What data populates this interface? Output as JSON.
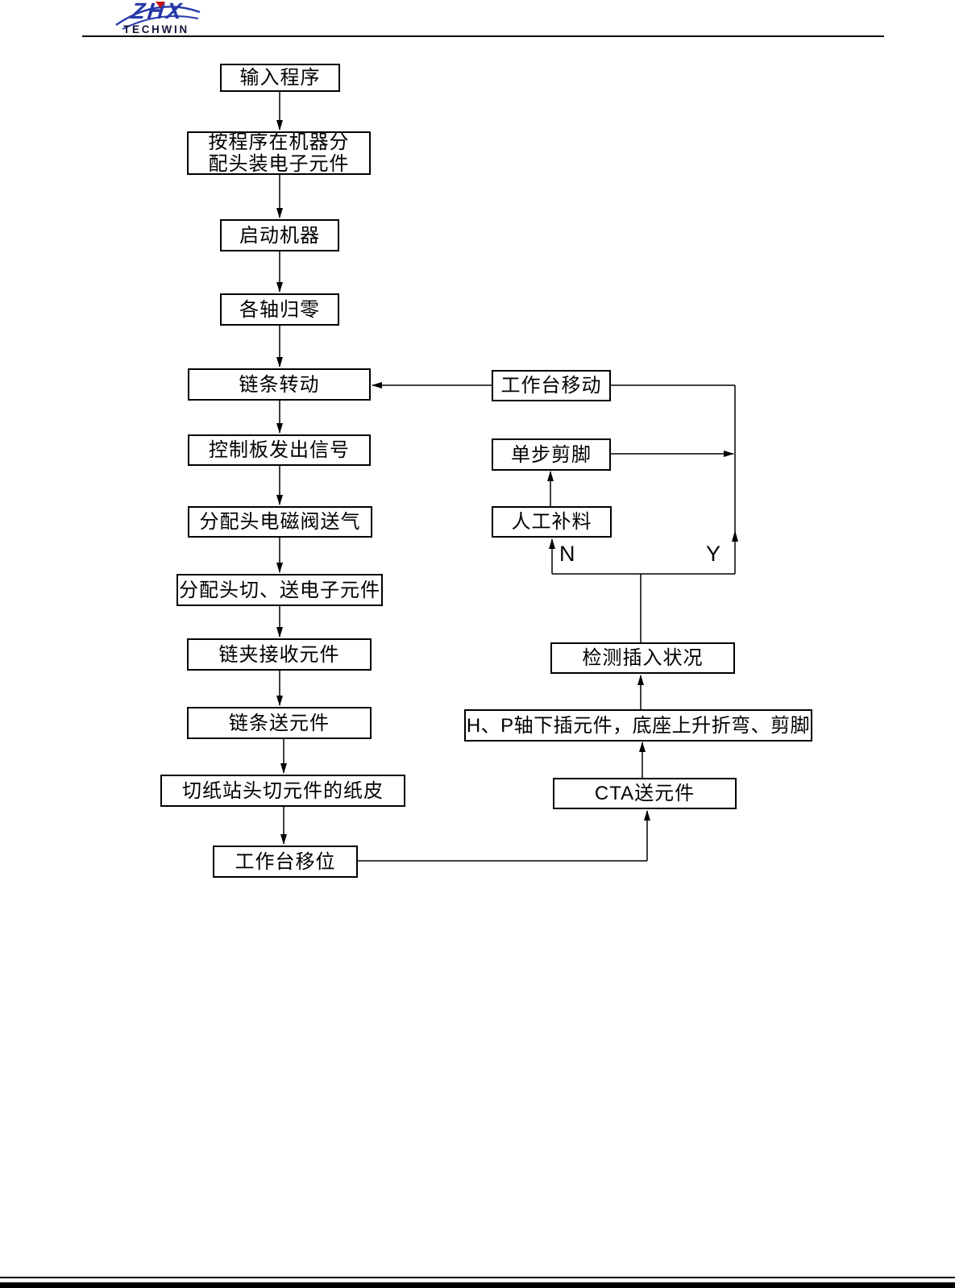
{
  "logo": {
    "brand": "ZHX",
    "subtitle": "TECHWIN"
  },
  "branch_labels": {
    "no": "N",
    "yes": "Y"
  },
  "nodes": {
    "input_program": "输入程序",
    "load_components_line1": "按程序在机器分",
    "load_components_line2": "配头装电子元件",
    "start_machine": "启动机器",
    "axes_zero": "各轴归零",
    "chain_rotate": "链条转动",
    "control_board_signal": "控制板发出信号",
    "dispense_head_air": "分配头电磁阀送气",
    "dispense_head_cut_send": "分配头切、送电子元件",
    "chain_clip_receive": "链夹接收元件",
    "chain_send": "链条送元件",
    "paper_cut_station": "切纸站头切元件的纸皮",
    "worktable_shift": "工作台移位",
    "worktable_move": "工作台移动",
    "single_step_cut": "单步剪脚",
    "manual_refill": "人工补料",
    "check_insertion": "检测插入状况",
    "hp_axis_insert": "H、P轴下插元件，底座上升折弯、剪脚",
    "cta_send": "CTA送元件"
  }
}
